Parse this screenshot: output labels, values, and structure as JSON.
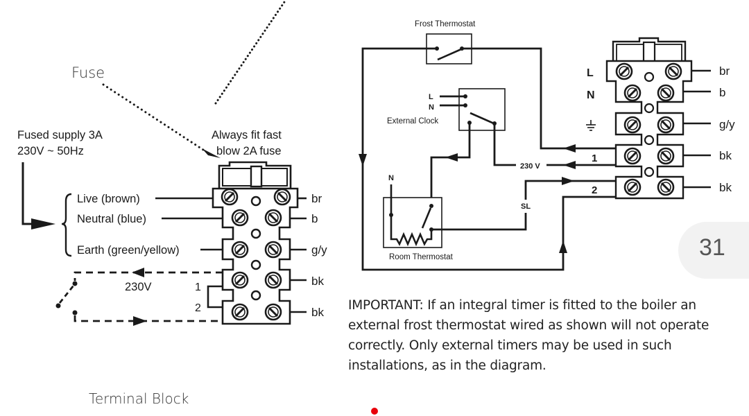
{
  "left_diagram": {
    "fuse_label": "Fuse",
    "supply_label_line1": "Fused supply 3A",
    "supply_label_line2": "230V ~ 50Hz",
    "fuse_note_line1": "Always fit fast",
    "fuse_note_line2": "blow 2A fuse",
    "wires": [
      {
        "name": "Live (brown)",
        "code": "br"
      },
      {
        "name": "Neutral (blue)",
        "code": "b"
      },
      {
        "name": "Earth (green/yellow)",
        "code": "g/y"
      }
    ],
    "switch_terminals": [
      {
        "number": "1",
        "code": "bk"
      },
      {
        "number": "2",
        "code": "bk"
      }
    ],
    "switch_voltage": "230V",
    "caption": "Terminal Block"
  },
  "right_diagram": {
    "frost_thermostat_label": "Frost Thermostat",
    "external_clock_label": "External Clock",
    "clock_L": "L",
    "clock_N": "N",
    "room_thermostat_label": "Room Thermostat",
    "room_N": "N",
    "sl_label": "SL",
    "voltage_label": "230 V",
    "terminal_labels": [
      {
        "side": "L",
        "code": "br"
      },
      {
        "side": "N",
        "code": "b"
      },
      {
        "side": "earth-symbol",
        "code": "g/y"
      },
      {
        "side": "1",
        "code": "bk"
      },
      {
        "side": "2",
        "code": "bk"
      }
    ]
  },
  "note": {
    "heading": "IMPORTANT:",
    "text": " If an integral timer is fitted to the boiler an external frost thermostat wired as shown will not operate correctly. Only external timers may be used in such installations, as in the diagram."
  },
  "page": {
    "number": "31",
    "marker_color": "#e8000b"
  }
}
